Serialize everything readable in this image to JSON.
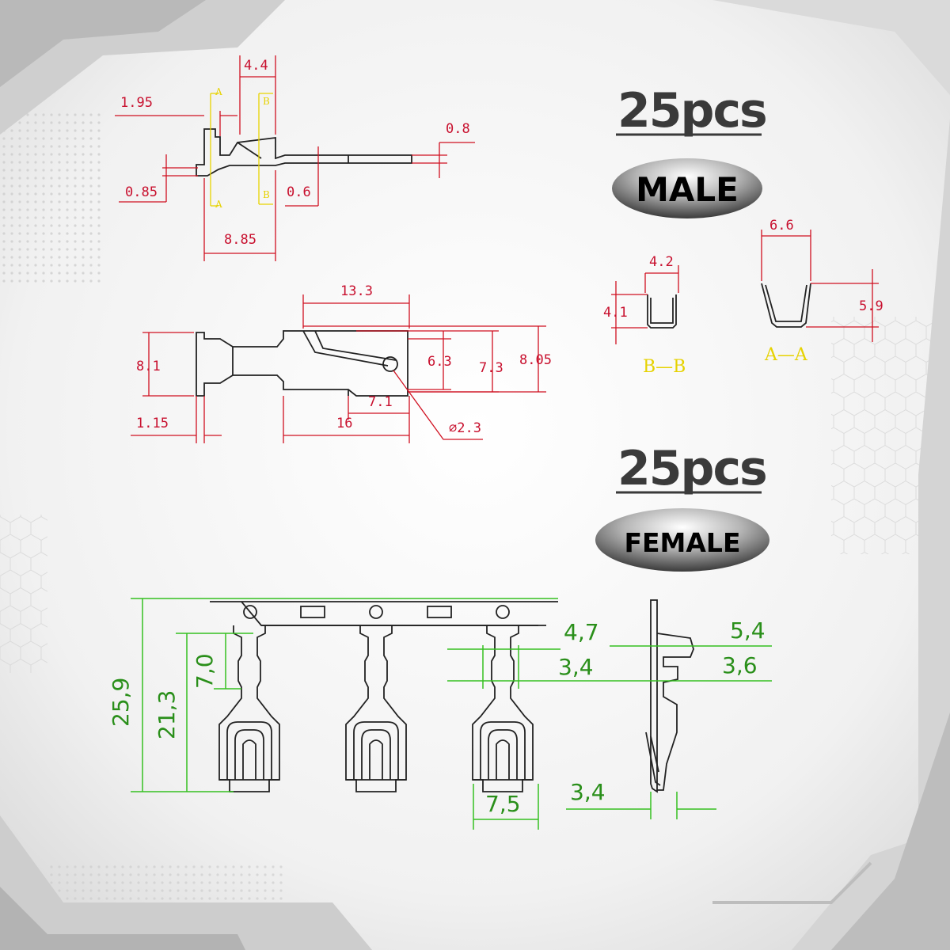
{
  "male": {
    "quantity": "25pcs",
    "badge": "MALE",
    "side_dims": {
      "d1": "4.4",
      "d2": "1.95",
      "d3": "0.8",
      "d4": "0.85",
      "d5": "0.6",
      "d6": "8.85",
      "sec_a": "A",
      "sec_b": "B"
    },
    "top_dims": {
      "d1": "13.3",
      "d2": "8.1",
      "d3": "6.3",
      "d4": "7.3",
      "d5": "8.05",
      "d6": "7.1",
      "d7": "1.15",
      "d8": "16",
      "d9": "⌀2.3"
    },
    "section_bb": {
      "width": "4.2",
      "height": "4.1",
      "label": "B—B"
    },
    "section_aa": {
      "width": "6.6",
      "height": "5.9",
      "label": "A—A"
    }
  },
  "female": {
    "quantity": "25pcs",
    "badge": "FEMALE",
    "dims": {
      "total_height": "25,9",
      "body_height": "21,3",
      "neck_height": "7,0",
      "d1": "4,7",
      "d2": "3,4",
      "d3": "5,4",
      "d4": "3,6",
      "pitch": "7,5",
      "thickness": "3,4"
    }
  },
  "colors": {
    "dim_red": "#c8102e",
    "dim_yellow": "#e6d200",
    "dim_green": "#2a8f1a"
  }
}
